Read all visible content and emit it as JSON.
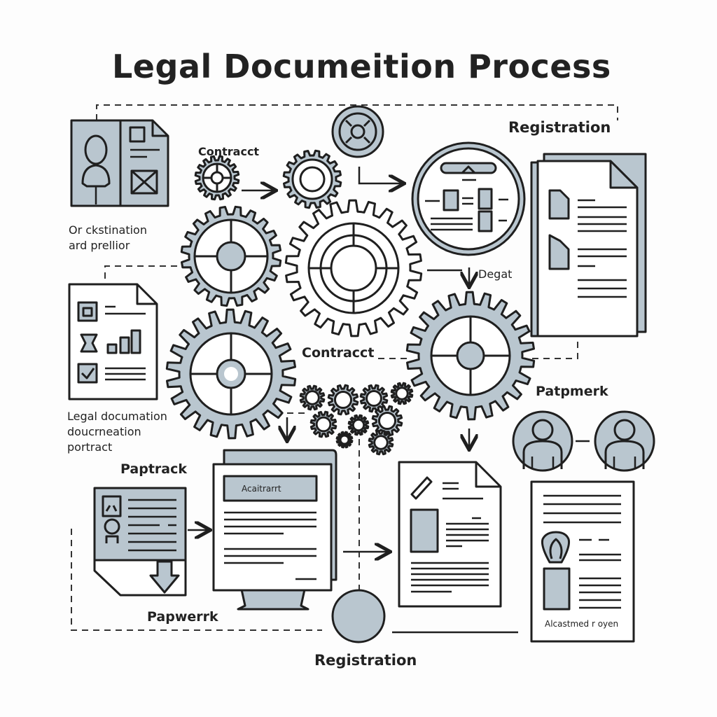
{
  "title": "Legal Documeition Process",
  "colors": {
    "fill": "#b9c6cf",
    "stroke": "#1f1f1f",
    "background": "#fdfdfd"
  },
  "labels": {
    "registration_top": "Registration",
    "contract_small": "Contracct",
    "origination": [
      "Or ckstination",
      "ard prellior"
    ],
    "degat": "Degat",
    "contract_center": "Contracct",
    "patpmerk": "Patpmerk",
    "legal_doc": [
      "Legal documation",
      "doucrneation",
      "portract"
    ],
    "paptrack": "Paptrack",
    "papwerrk": "Papwerrk",
    "registration_bottom": "Registration",
    "doc_banner": "Acaitrarrt",
    "doc_footer": "Alcastmed r oyen"
  },
  "icons": [
    "id-card-document-icon",
    "small-gear-icon",
    "gear-icon",
    "circular-gear-badge-icon",
    "document-layout-circle-icon",
    "stacked-documents-icon",
    "large-gear-icon",
    "checklist-document-icon",
    "gear-cluster-icon",
    "person-avatar-icon",
    "profile-card-icon",
    "monitor-document-icon",
    "signed-document-icon",
    "lightbulb-document-icon",
    "gear-badge-icon"
  ]
}
